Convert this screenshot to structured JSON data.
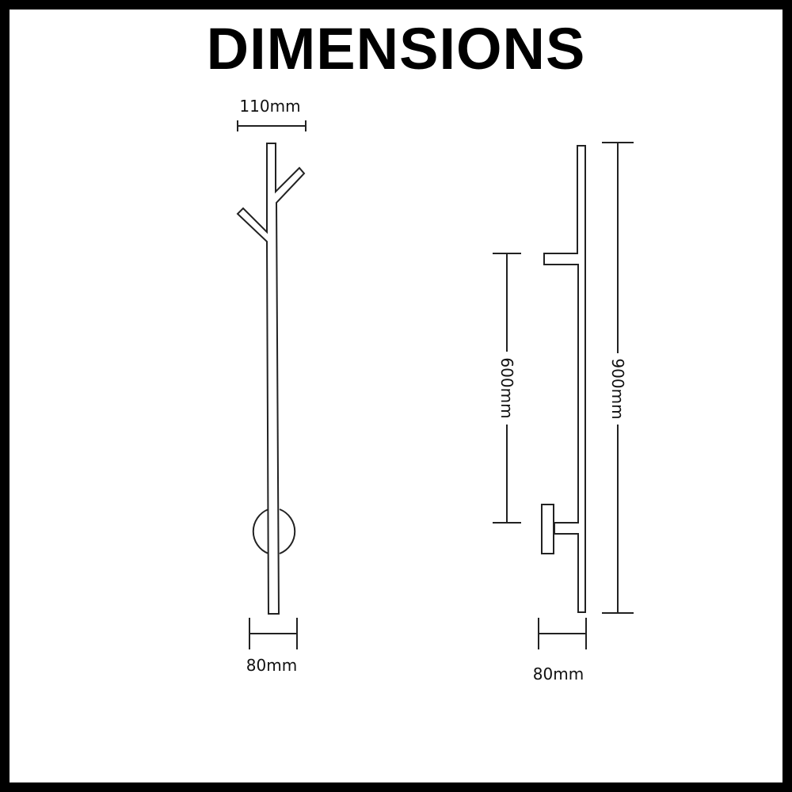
{
  "title": "DIMENSIONS",
  "front_view": {
    "top_width_label": "110mm",
    "base_width_label": "80mm"
  },
  "side_view": {
    "mount_height_label": "600mm",
    "total_height_label": "900mm",
    "base_depth_label": "80mm"
  },
  "colors": {
    "line": "#222222",
    "border": "#000000",
    "background": "#ffffff"
  }
}
